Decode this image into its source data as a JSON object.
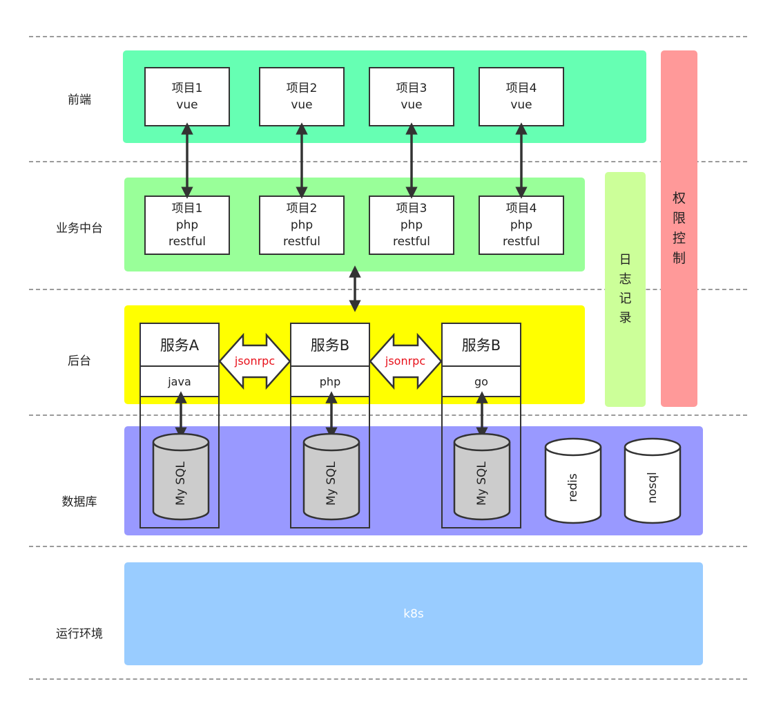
{
  "layers": {
    "frontend": "前端",
    "middle": "业务中台",
    "backend": "后台",
    "database": "数据库",
    "runtime": "运行环境"
  },
  "frontend_projects": [
    {
      "name": "项目1",
      "tech": "vue"
    },
    {
      "name": "项目2",
      "tech": "vue"
    },
    {
      "name": "项目3",
      "tech": "vue"
    },
    {
      "name": "项目4",
      "tech": "vue"
    }
  ],
  "middle_projects": [
    {
      "name": "项目1",
      "tech": "php",
      "style": "restful"
    },
    {
      "name": "项目2",
      "tech": "php",
      "style": "restful"
    },
    {
      "name": "项目3",
      "tech": "php",
      "style": "restful"
    },
    {
      "name": "项目4",
      "tech": "php",
      "style": "restful"
    }
  ],
  "services": [
    {
      "name": "服务A",
      "lang": "java"
    },
    {
      "name": "服务B",
      "lang": "php"
    },
    {
      "name": "服务B",
      "lang": "go"
    }
  ],
  "rpc_label": "jsonrpc",
  "databases": {
    "mysql": "My SQL",
    "redis": "redis",
    "nosql": "nosql"
  },
  "side_panels": {
    "logging": [
      "日",
      "志",
      "记",
      "录"
    ],
    "access_control": [
      "权",
      "限",
      "控",
      "制"
    ]
  },
  "runtime_label": "k8s",
  "colors": {
    "frontend_panel": "#66ffb3",
    "middle_panel": "#99ff99",
    "backend_panel": "#ffff00",
    "database_panel": "#9999ff",
    "runtime_panel": "#99ccff",
    "logging_panel": "#ccff99",
    "access_panel": "#ff9999",
    "cylinder_gray": "#cccccc",
    "rpc_text": "#e8101a"
  }
}
